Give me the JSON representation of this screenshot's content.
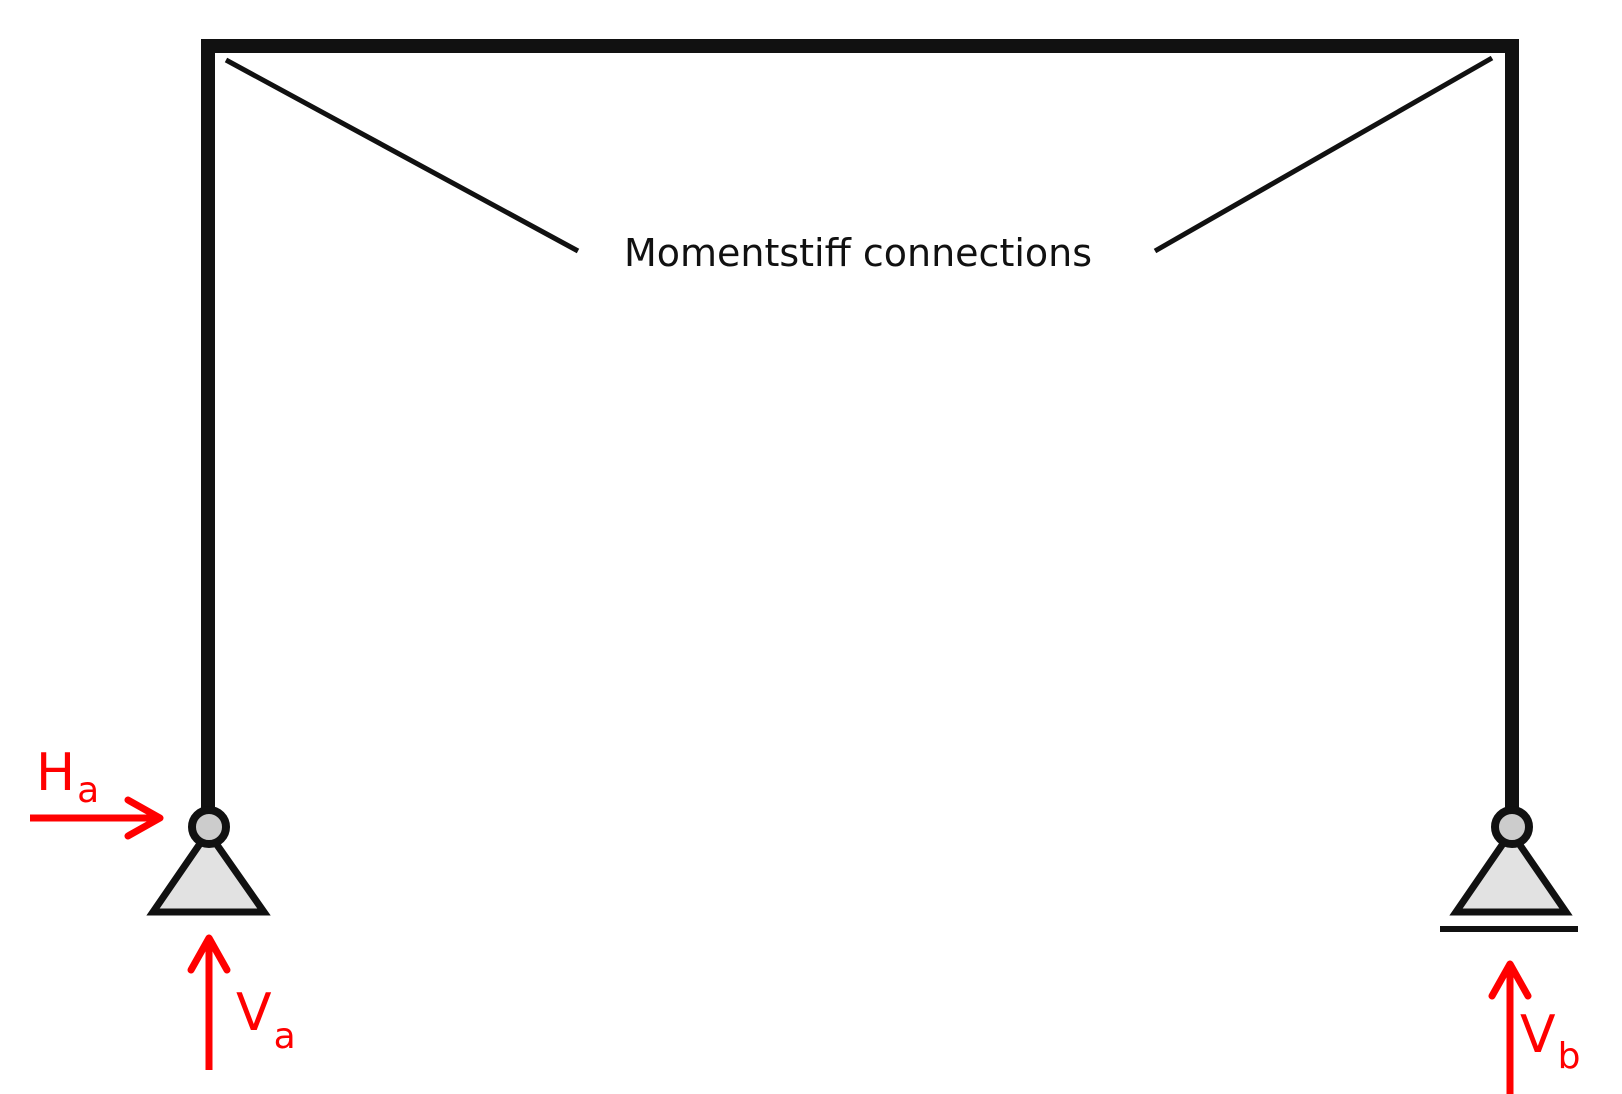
{
  "colors": {
    "structure": "#111111",
    "reaction": "#ff0000",
    "support_fill": "#e2e2e2"
  },
  "annotation": {
    "text": "Momentstiff connections"
  },
  "reactions": {
    "ha": {
      "symbol": "H",
      "subscript": "a"
    },
    "va": {
      "symbol": "V",
      "subscript": "a"
    },
    "vb": {
      "symbol": "V",
      "subscript": "b"
    }
  }
}
